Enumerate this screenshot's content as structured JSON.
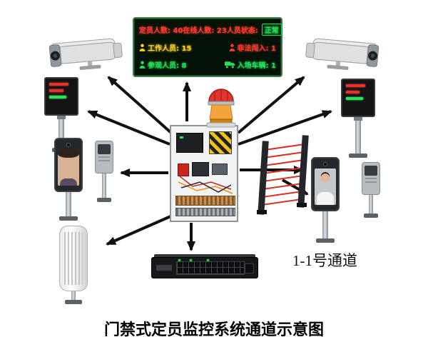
{
  "title": "门禁式定员监控系统通道示意图",
  "channel_label": "1-1号通道",
  "colors": {
    "arrow": "#111111",
    "led_red": "#ff3b30",
    "led_yellow": "#ffd21f",
    "led_green": "#25e05a"
  },
  "led_board": {
    "cells": [
      {
        "text": "定员人数: 40",
        "color": "#ff3b30"
      },
      {
        "text": "在线人数: 23",
        "color": "#ff3b30"
      },
      {
        "text": "人员状态:",
        "color": "#ff3b30",
        "badge": "正常",
        "badge_color": "#25e05a"
      },
      {
        "icon": "worker-person-icon",
        "text": "工作人员: 15",
        "color": "#ffd21f"
      },
      {
        "icon": "intrusion-person-icon",
        "text": "非法闯入: 1",
        "color": "#ff3b30"
      },
      {
        "icon": "visitor-person-icon",
        "text": "参观人员: 8",
        "color": "#25e05a"
      },
      {
        "icon": "vehicle-truck-icon",
        "text": "入场车辆: 1",
        "color": "#25e05a"
      }
    ]
  },
  "devices": {
    "camera_left": "cctv-bullet-camera",
    "camera_right": "cctv-bullet-camera",
    "led_pole_left": "led-screen-pole",
    "led_pole_right": "led-screen-pole",
    "face_terminal_left": "face-recognition-terminal",
    "face_terminal_right": "face-recognition-terminal",
    "card_reader_left": "card-reader",
    "card_reader_right": "card-reader",
    "alarm_beacon": "alarm-beacon-light",
    "control_cabinet": "control-cabinet",
    "ir_barrier": "infrared-beam-barrier",
    "speaker": "column-speaker",
    "network_switch": "network-switch"
  }
}
